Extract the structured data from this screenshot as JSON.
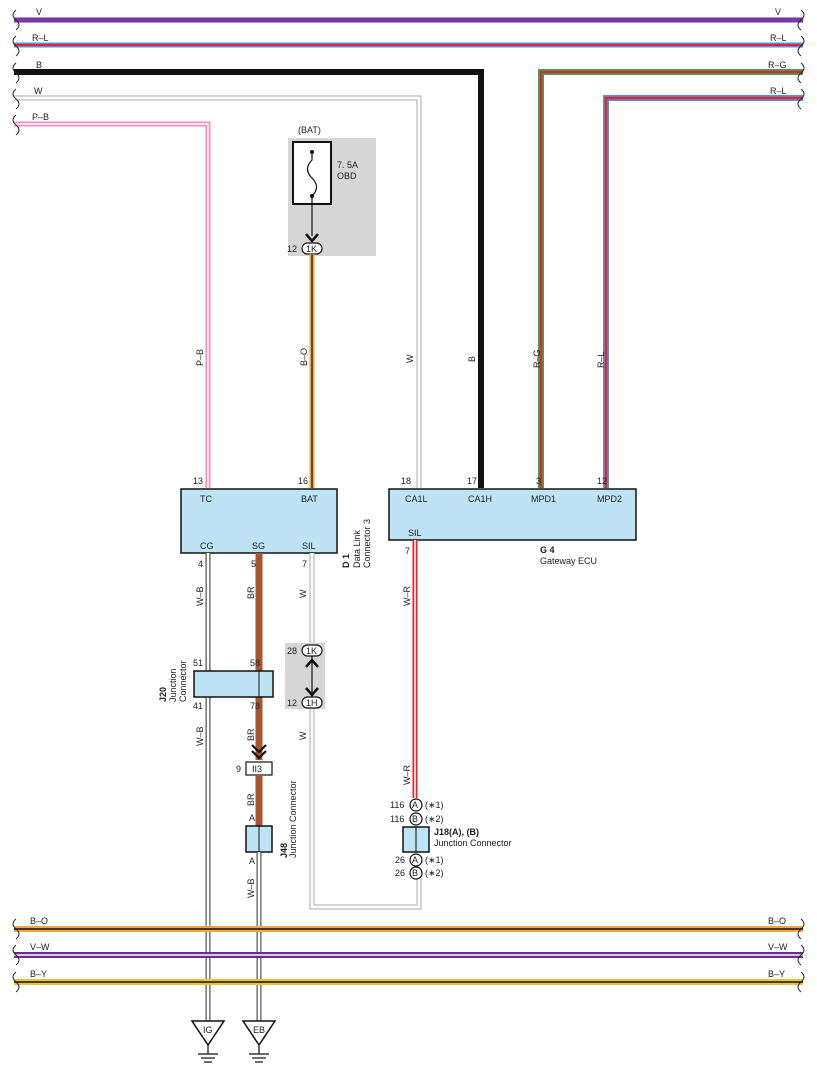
{
  "colors": {
    "violet": "#6a2c91",
    "red": "#e2262d",
    "blue": "#5b8fd6",
    "pink": "#ee8fbf",
    "orange": "#f0a64a",
    "brown": "#a9552f",
    "yellow": "#e7c53a",
    "gray": "#a8a8a8",
    "black": "#111111",
    "green": "#3aa457",
    "white": "#ffffff",
    "component_fill": "#bde3f5",
    "shade": "#d6d6d6"
  },
  "bus": {
    "top": [
      {
        "label_left": "V",
        "label_right": "V"
      },
      {
        "label_left": "R–L",
        "label_right": "R–L"
      },
      {
        "label_left": "B",
        "label_right": "R–G"
      },
      {
        "label_left": "W",
        "label_right": "R–L"
      },
      {
        "label_left": "P–B"
      }
    ],
    "bottom": [
      {
        "label_left": "B–O",
        "label_right": "B–O"
      },
      {
        "label_left": "V–W",
        "label_right": "V–W"
      },
      {
        "label_left": "B–Y",
        "label_right": "B–Y"
      }
    ]
  },
  "fuse": {
    "source": "(BAT)",
    "rating": "7. 5A",
    "name": "OBD",
    "connector_pin": "12",
    "connector": "1K"
  },
  "dlc": {
    "code": "D 1",
    "name_line1": "Data Link",
    "name_line2": "Connector 3",
    "terminals_top": [
      {
        "pin": "13",
        "name": "TC",
        "wire": "P–B"
      },
      {
        "pin": "16",
        "name": "BAT",
        "wire": "B–O"
      }
    ],
    "terminals_bottom": [
      {
        "pin": "4",
        "name": "CG",
        "wire": "W–B"
      },
      {
        "pin": "5",
        "name": "SG",
        "wire": "BR"
      },
      {
        "pin": "7",
        "name": "SIL",
        "wire": "W"
      }
    ]
  },
  "ecu": {
    "code": "G 4",
    "name": "Gateway ECU",
    "terminals_top": [
      {
        "pin": "18",
        "name": "CA1L",
        "wire": "W"
      },
      {
        "pin": "17",
        "name": "CA1H",
        "wire": "B"
      },
      {
        "pin": "3",
        "name": "MPD1",
        "wire": "R–G"
      },
      {
        "pin": "12",
        "name": "MPD2",
        "wire": "R–L"
      }
    ],
    "terminal_bottom": {
      "pin": "7",
      "name": "SIL",
      "wire": "W–R"
    }
  },
  "j20": {
    "code": "J20",
    "name_line1": "Junction",
    "name_line2": "Connector",
    "pins": {
      "in_left": "51",
      "in_right": "58",
      "out_left": "41",
      "out_right": "78"
    },
    "wire_below_left": "W–B",
    "wire_below_right": "BR"
  },
  "inline_1k_1h": {
    "pin_top": "28",
    "conn_top": "1K",
    "pin_bottom": "12",
    "conn_bottom": "1H",
    "wire": "W"
  },
  "ii3": {
    "pin": "9",
    "name": "II3",
    "wire": "BR"
  },
  "j48": {
    "code": "J48",
    "name": "Junction Connector",
    "pin_top": "A",
    "pin_bottom": "A",
    "wire_below": "W–B"
  },
  "j18": {
    "code": "J18(A), (B)",
    "name": "Junction Connector",
    "wire_above": "W–R",
    "top_rows": [
      {
        "pin": "116",
        "conn": "A",
        "note": "(∗1)"
      },
      {
        "pin": "116",
        "conn": "B",
        "note": "(∗2)"
      }
    ],
    "bottom_rows": [
      {
        "pin": "26",
        "conn": "A",
        "note": "(∗1)"
      },
      {
        "pin": "26",
        "conn": "B",
        "note": "(∗2)"
      }
    ]
  },
  "grounds": [
    {
      "name": "IG"
    },
    {
      "name": "EB"
    }
  ]
}
